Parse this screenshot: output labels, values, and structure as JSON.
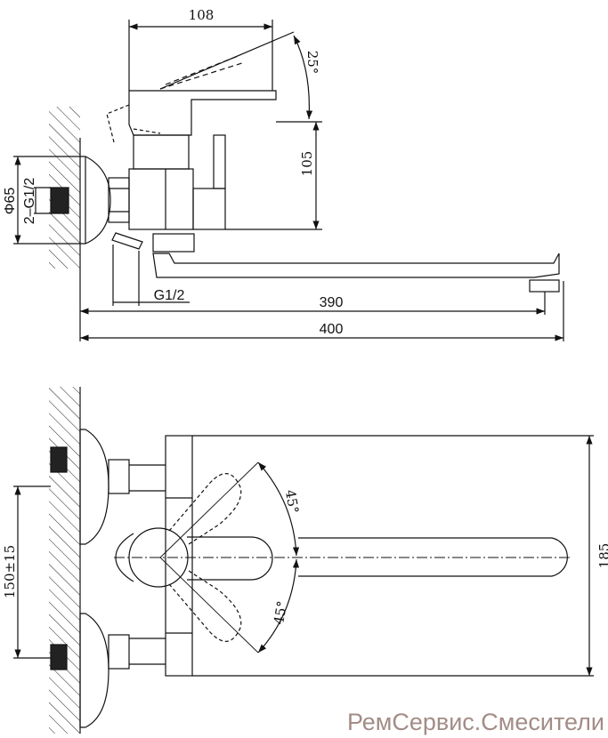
{
  "side_view": {
    "dim_width_top": "108",
    "dim_angle_lever": "25°",
    "dim_height": "105",
    "dim_escutcheon_diameter": "Φ65",
    "dim_inlet_thread": "2–G1/2",
    "dim_outlet_thread": "G1/2",
    "dim_spout_reach": "390",
    "dim_total_length": "400"
  },
  "top_view": {
    "dim_angle_upper": "45°",
    "dim_angle_lower": "45°",
    "dim_depth": "185",
    "dim_inlet_spacing": "150±15"
  },
  "watermark": {
    "text": "РемСервис.Смесители",
    "color": "#a38c86"
  },
  "colors": {
    "line": "#111111"
  }
}
